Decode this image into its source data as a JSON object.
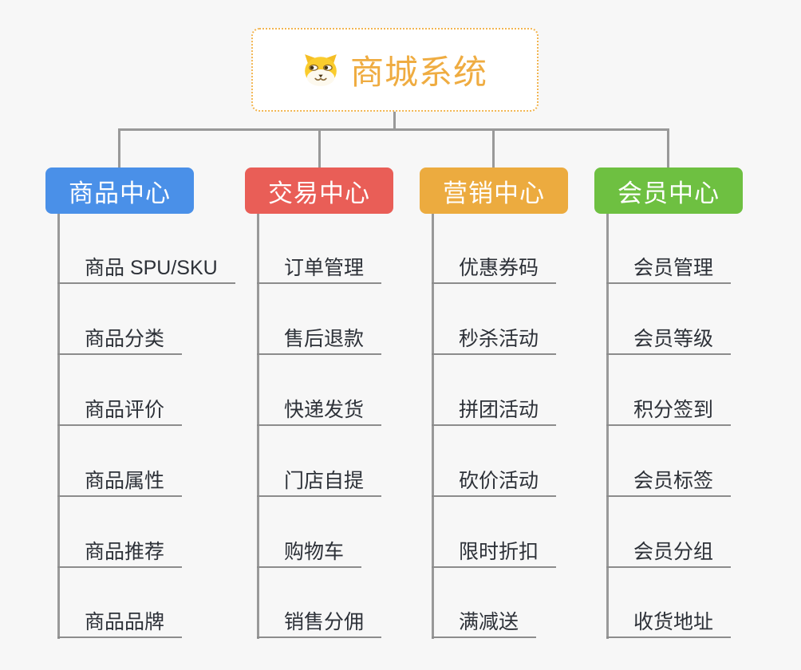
{
  "root": {
    "title": "商城系统",
    "icon": "dog-icon",
    "text_color": "#EFAC41",
    "border_color": "#F2B551"
  },
  "branches": [
    {
      "label": "商品中心",
      "color": "#4A90E8",
      "items": [
        "商品 SPU/SKU",
        "商品分类",
        "商品评价",
        "商品属性",
        "商品推荐",
        "商品品牌"
      ]
    },
    {
      "label": "交易中心",
      "color": "#E95E57",
      "items": [
        "订单管理",
        "售后退款",
        "快递发货",
        "门店自提",
        "购物车",
        "销售分佣"
      ]
    },
    {
      "label": "营销中心",
      "color": "#ECAB3F",
      "items": [
        "优惠券码",
        "秒杀活动",
        "拼团活动",
        "砍价活动",
        "限时折扣",
        "满减送"
      ]
    },
    {
      "label": "会员中心",
      "color": "#6EC041",
      "items": [
        "会员管理",
        "会员等级",
        "积分签到",
        "会员标签",
        "会员分组",
        "收货地址"
      ]
    }
  ],
  "colors": {
    "background": "#F7F7F7",
    "connector": "#999999",
    "leaf_underline": "#8C8C8C",
    "leaf_text": "#2D3138"
  }
}
